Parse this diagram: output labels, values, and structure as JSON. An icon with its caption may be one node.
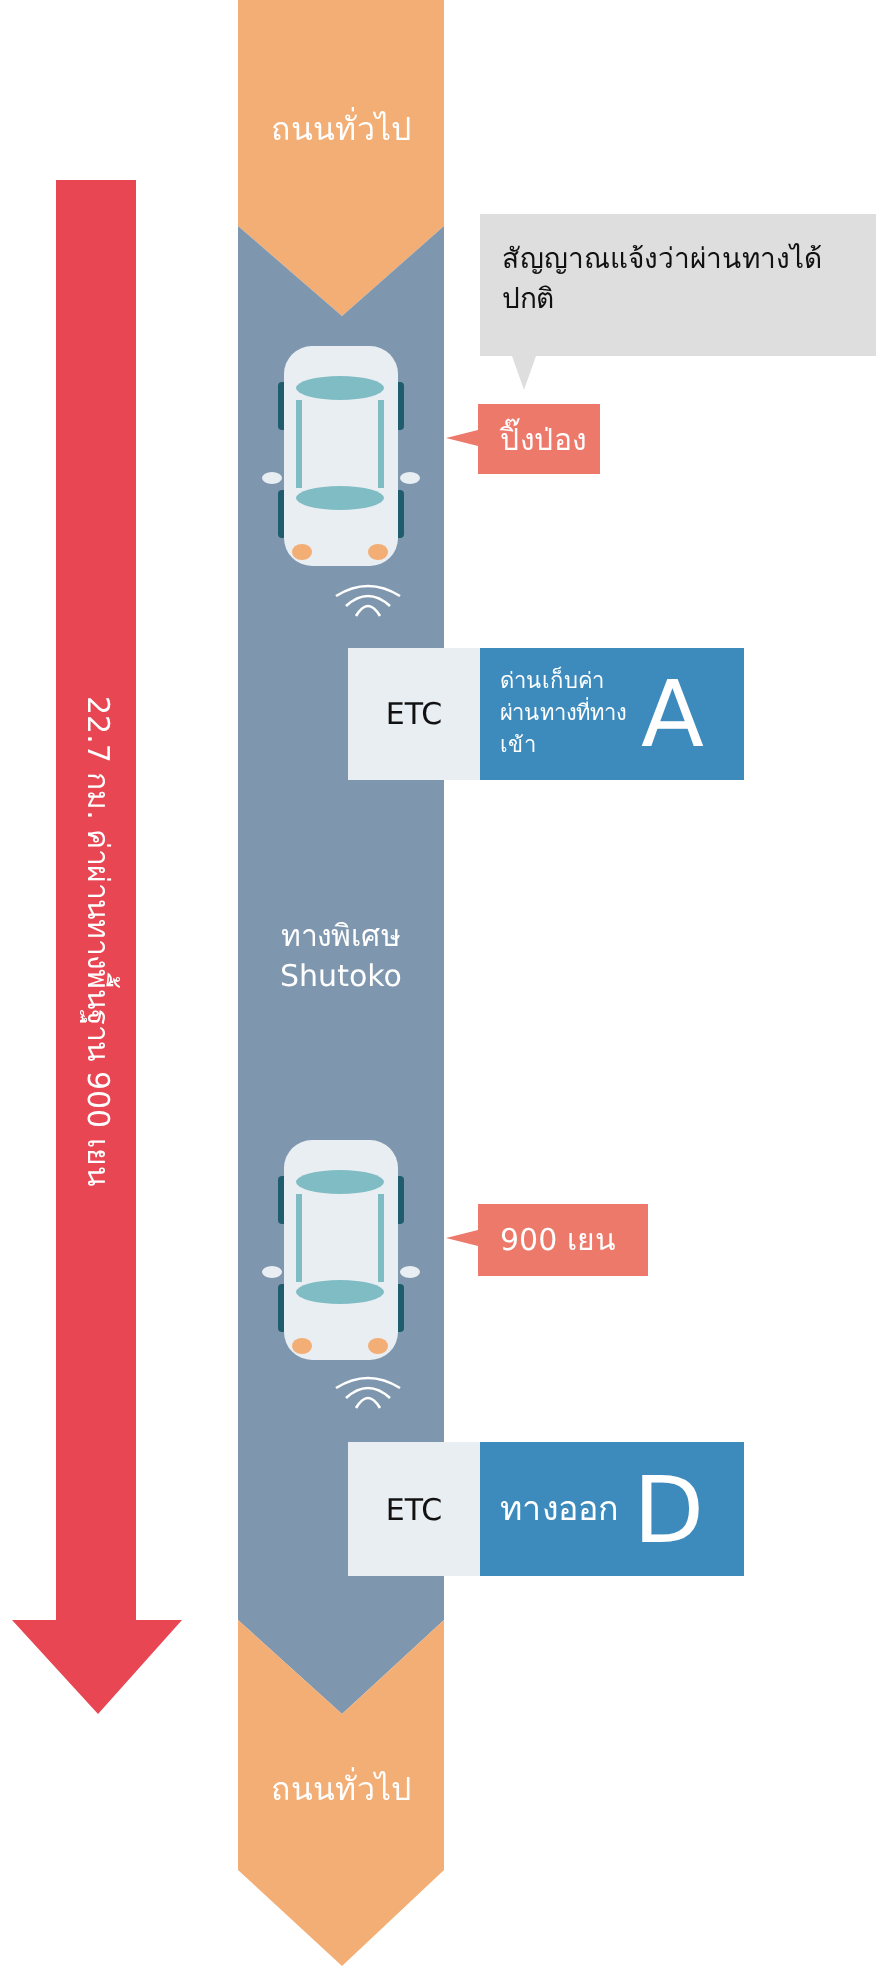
{
  "diagram": {
    "nodes": [
      {
        "text": [
          "ถนนทั่วไป"
        ]
      },
      {
        "text": [
          "22.7 กม. ค่าผ่านทางพื้นฐาน 900 เยน"
        ]
      },
      {
        "text": [
          "สัญญาณแจ้งว่าผ่านทางได้ปกติ"
        ]
      },
      {
        "text": [
          "ปิ๊งป่อง"
        ]
      },
      {
        "text": [
          "ETC"
        ]
      },
      {
        "text": [
          "ด่านเก็บค่าผ่านทางที่ทางเข้า",
          "A"
        ]
      },
      {
        "text": [
          "ทางพิเศษ Shutoko"
        ]
      },
      {
        "text": [
          "900 เยน"
        ]
      },
      {
        "text": [
          "ETC"
        ]
      },
      {
        "text": [
          "ทางออก",
          "D"
        ]
      },
      {
        "text": [
          "ถนนทั่วไป"
        ]
      }
    ]
  }
}
